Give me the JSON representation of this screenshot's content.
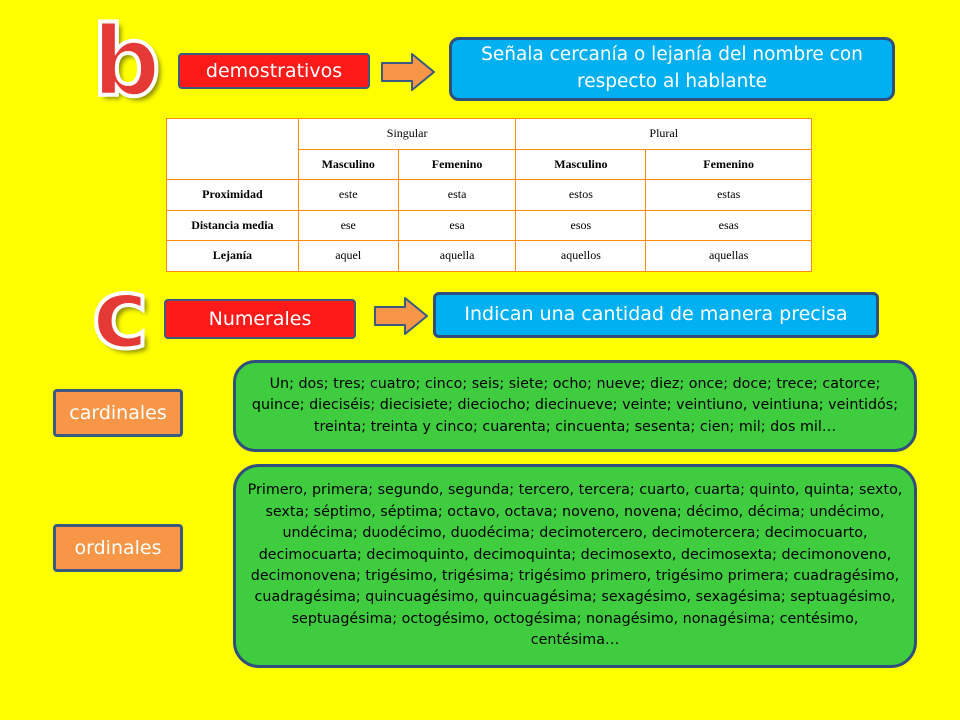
{
  "section_b": {
    "letter": "b",
    "label": "demostrativos",
    "description": "Señala cercanía o lejanía del nombre con respecto al hablante",
    "table": {
      "group_headers": [
        "Singular",
        "Plural"
      ],
      "sub_headers": [
        "Masculino",
        "Femenino",
        "Masculino",
        "Femenino"
      ],
      "rows": [
        {
          "label": "Proximidad",
          "cells": [
            "este",
            "esta",
            "estos",
            "estas"
          ]
        },
        {
          "label": "Distancia media",
          "cells": [
            "ese",
            "esa",
            "esos",
            "esas"
          ]
        },
        {
          "label": "Lejanía",
          "cells": [
            "aquel",
            "aquella",
            "aquellos",
            "aquellas"
          ]
        }
      ]
    }
  },
  "section_c": {
    "letter": "c",
    "label": "Numerales",
    "description": "Indican una cantidad de manera precisa",
    "cardinales": {
      "label": "cardinales",
      "text": "Un; dos; tres; cuatro; cinco; seis; siete; ocho; nueve; diez; once; doce; trece; catorce; quince; dieciséis; diecisiete; dieciocho; diecinueve; veinte; veintiuno, veintiuna; veintidós; treinta; treinta y cinco; cuarenta; cincuenta; sesenta; cien; mil; dos mil…"
    },
    "ordinales": {
      "label": "ordinales",
      "text": "Primero, primera; segundo, segunda; tercero, tercera; cuarto, cuarta; quinto, quinta; sexto, sexta; séptimo, séptima; octavo, octava; noveno, novena; décimo, décima; undécimo, undécima; duodécimo, duodécima; decimotercero, decimotercera; decimocuarto, decimocuarta; decimoquinto, decimoquinta; decimosexto, decimosexta; decimonoveno, decimonovena; trigésimo, trigésima; trigésimo primero, trigésimo primera; cuadragésimo, cuadragésima; quincuagésimo, quincuagésima; sexagésimo, sexagésima; septuagésimo, septuagésima; octogésimo, octogésima; nonagésimo, nonagésima; centésimo, centésima…"
    }
  },
  "colors": {
    "background": "#ffff00",
    "letter": "#e53935",
    "red_label": "#ff1a1a",
    "blue_box": "#00b0f0",
    "orange_label": "#f79646",
    "green_box": "#3fcd3f",
    "arrow": "#f79646",
    "table_border": "#ff8c00"
  },
  "icons": [
    "right-arrow-icon"
  ]
}
